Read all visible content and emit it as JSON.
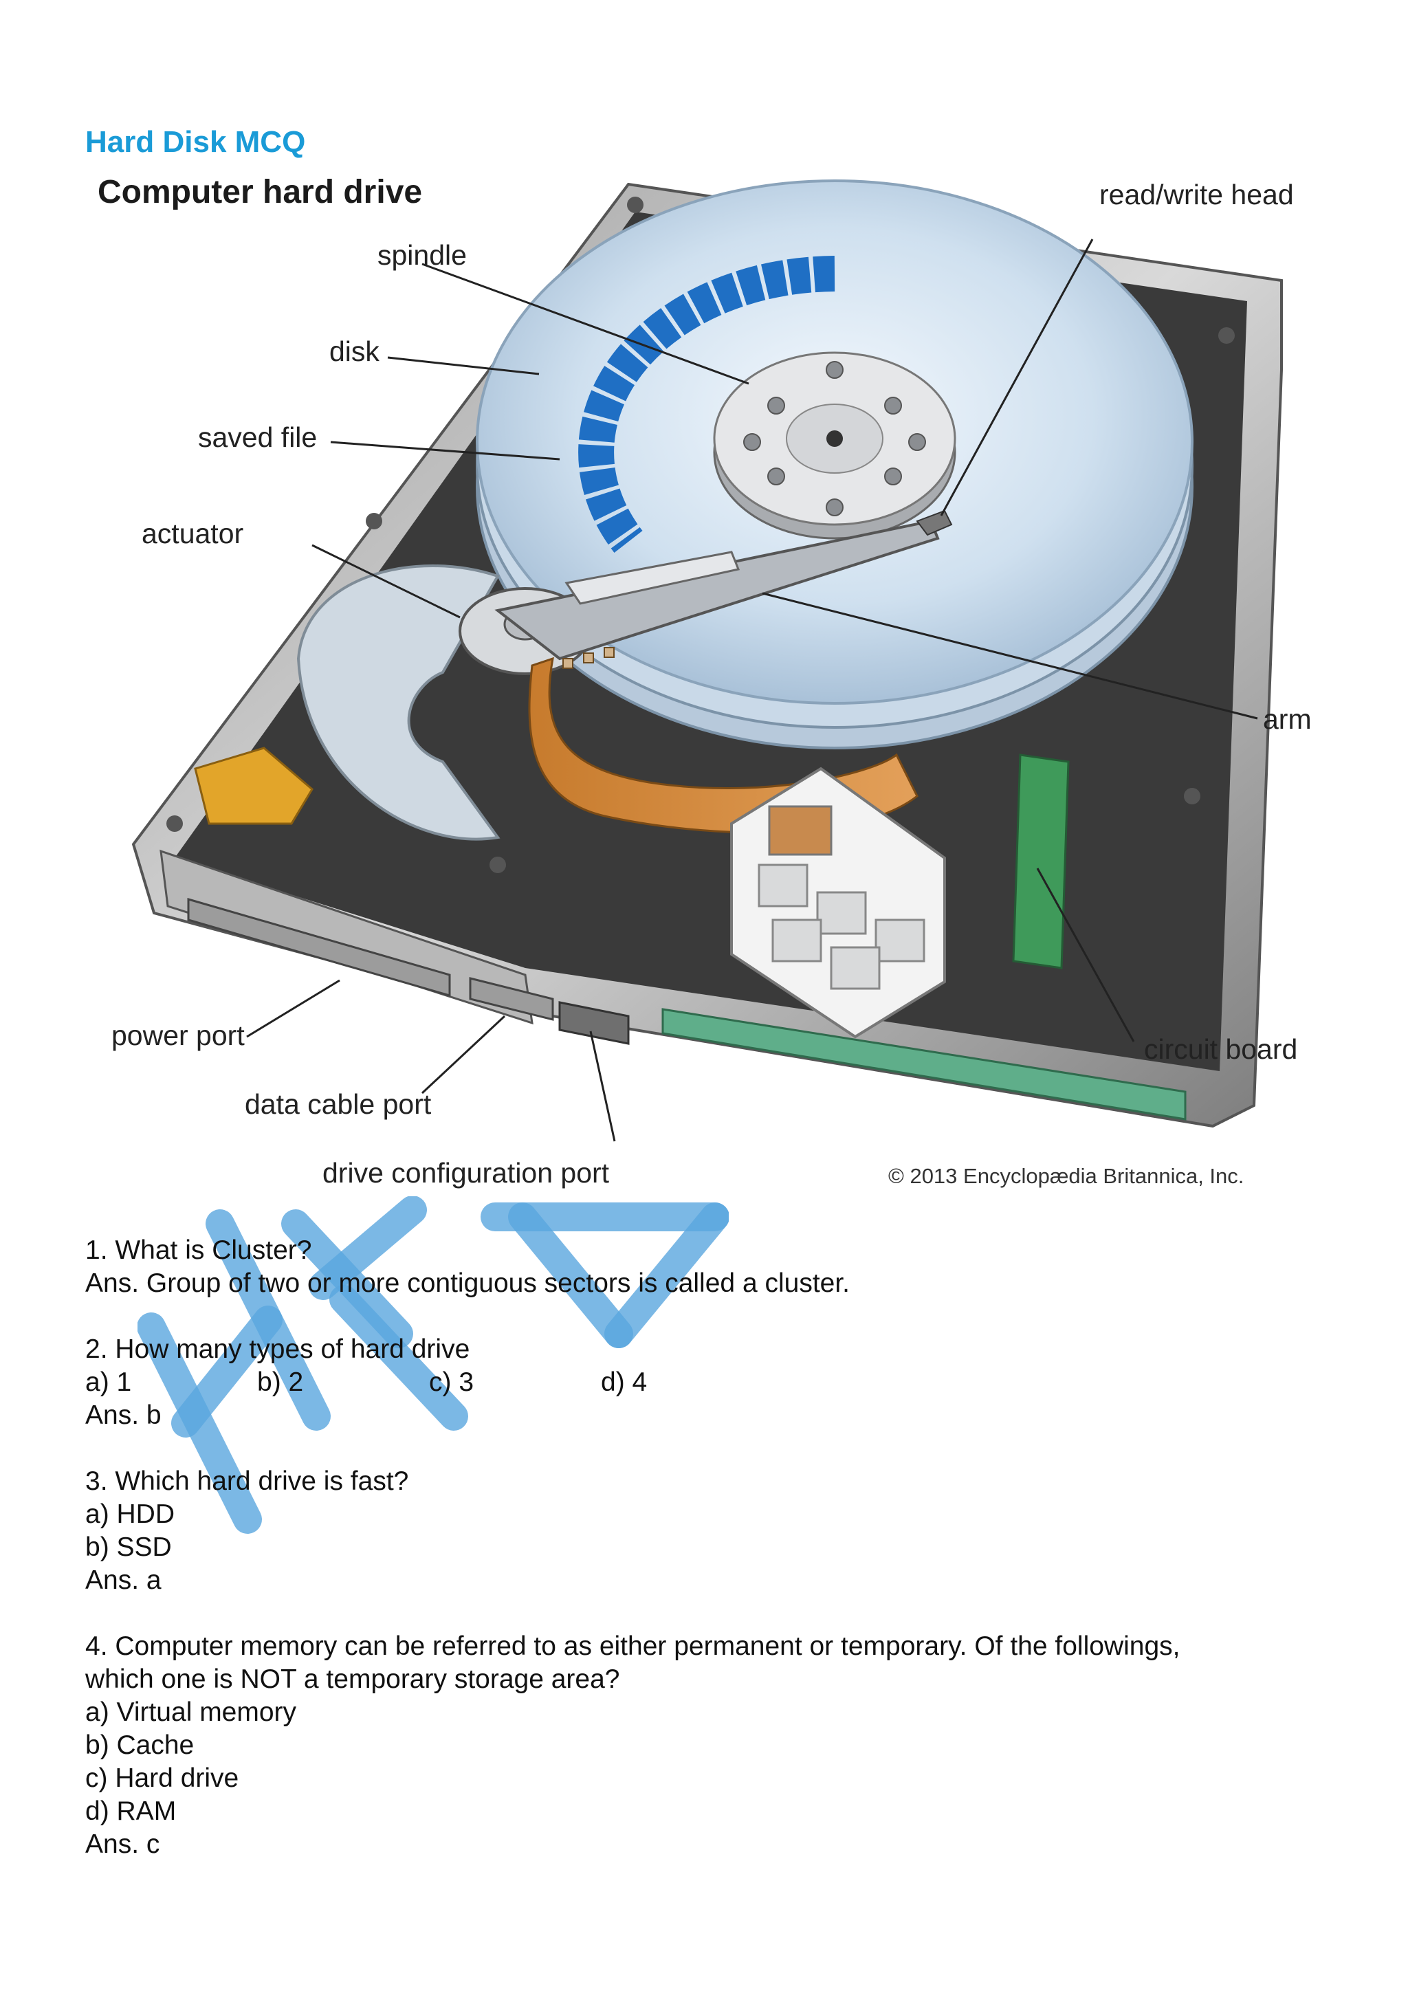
{
  "page": {
    "title": "Hard Disk MCQ"
  },
  "figure": {
    "title": "Computer hard drive",
    "labels": {
      "spindle": "spindle",
      "disk": "disk",
      "saved_file": "saved file",
      "actuator": "actuator",
      "read_write_head": "read/write head",
      "arm": "arm",
      "power_port": "power port",
      "data_cable_port": "data cable port",
      "drive_configuration_port": "drive configuration port",
      "circuit_board": "circuit board"
    },
    "copyright": "© 2013 Encyclopædia Britannica, Inc."
  },
  "questions": [
    {
      "q": "1. What is Cluster?",
      "ans": "Ans. Group of two or more contiguous sectors is called a cluster."
    },
    {
      "q": "2. How many types of hard drive",
      "options": [
        "a) 1",
        "b) 2",
        "c) 3",
        "d) 4"
      ],
      "ans": "Ans. b"
    },
    {
      "q": "3. Which hard drive is fast?",
      "options": [
        "a) HDD",
        "b) SSD"
      ],
      "ans": "Ans. a"
    },
    {
      "q_lines": [
        "4. Computer memory can be referred to as either permanent or temporary. Of the followings,",
        "which one is NOT a temporary storage area?"
      ],
      "options": [
        "a) Virtual memory",
        "b) Cache",
        "c) Hard drive",
        "d) RAM"
      ],
      "ans": "Ans. c"
    }
  ],
  "colors": {
    "title": "#1a9bd7",
    "watermark": "#5aa6de",
    "saved_file": "#1f6fc4"
  }
}
